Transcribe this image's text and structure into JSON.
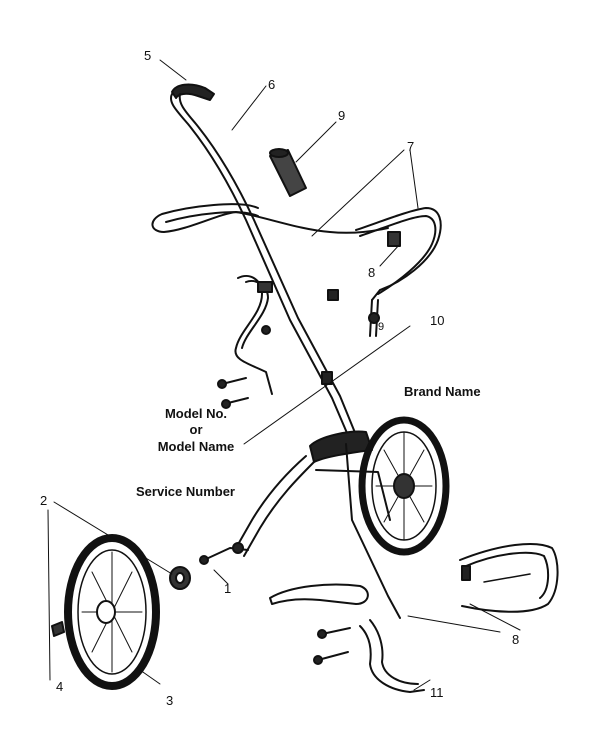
{
  "labels": {
    "brand_name": "Brand Name",
    "model_line1": "Model No.",
    "model_line2": "or",
    "model_line3": "Model Name",
    "service_number": "Service Number"
  },
  "callouts": {
    "c1": "1",
    "c2": "2",
    "c3": "3",
    "c4": "4",
    "c5": "5",
    "c6": "6",
    "c7": "7",
    "c8a": "8",
    "c8b": "8",
    "c9": "9",
    "c9b": "9",
    "c10": "10",
    "c11": "11"
  },
  "colors": {
    "ink": "#111111",
    "paper": "#ffffff"
  }
}
